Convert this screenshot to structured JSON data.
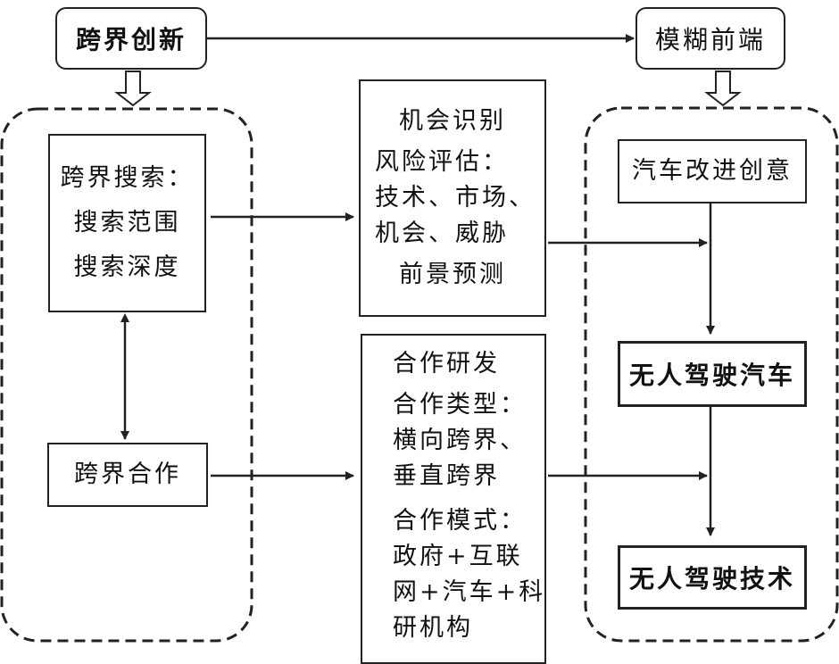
{
  "header": {
    "cross_border_innovation": "跨界创新",
    "fuzzy_front_end": "模糊前端"
  },
  "left_group": {
    "cross_search": {
      "title": "跨界搜索：",
      "items": [
        "搜索范围",
        "搜索深度"
      ]
    },
    "cross_cooperation": "跨界合作"
  },
  "middle": {
    "opportunity": {
      "title": "机会识别",
      "risk_title": "风险评估：",
      "risk_lines": [
        "技术、市场、",
        "机会、威胁"
      ],
      "forecast": "前景预测"
    },
    "cooperation": {
      "title": "合作研发",
      "type_title": "合作类型：",
      "type_lines": [
        "横向跨界、",
        "垂直跨界"
      ],
      "mode_title": "合作模式：",
      "mode_lines": [
        "政府+互联",
        "网+汽车+科",
        "研机构"
      ]
    }
  },
  "right_group": {
    "car_improvement": "汽车改进创意",
    "driverless_car": "无人驾驶汽车",
    "driverless_tech": "无人驾驶技术"
  },
  "colors": {
    "stroke": "#222222",
    "background": "#ffffff"
  }
}
